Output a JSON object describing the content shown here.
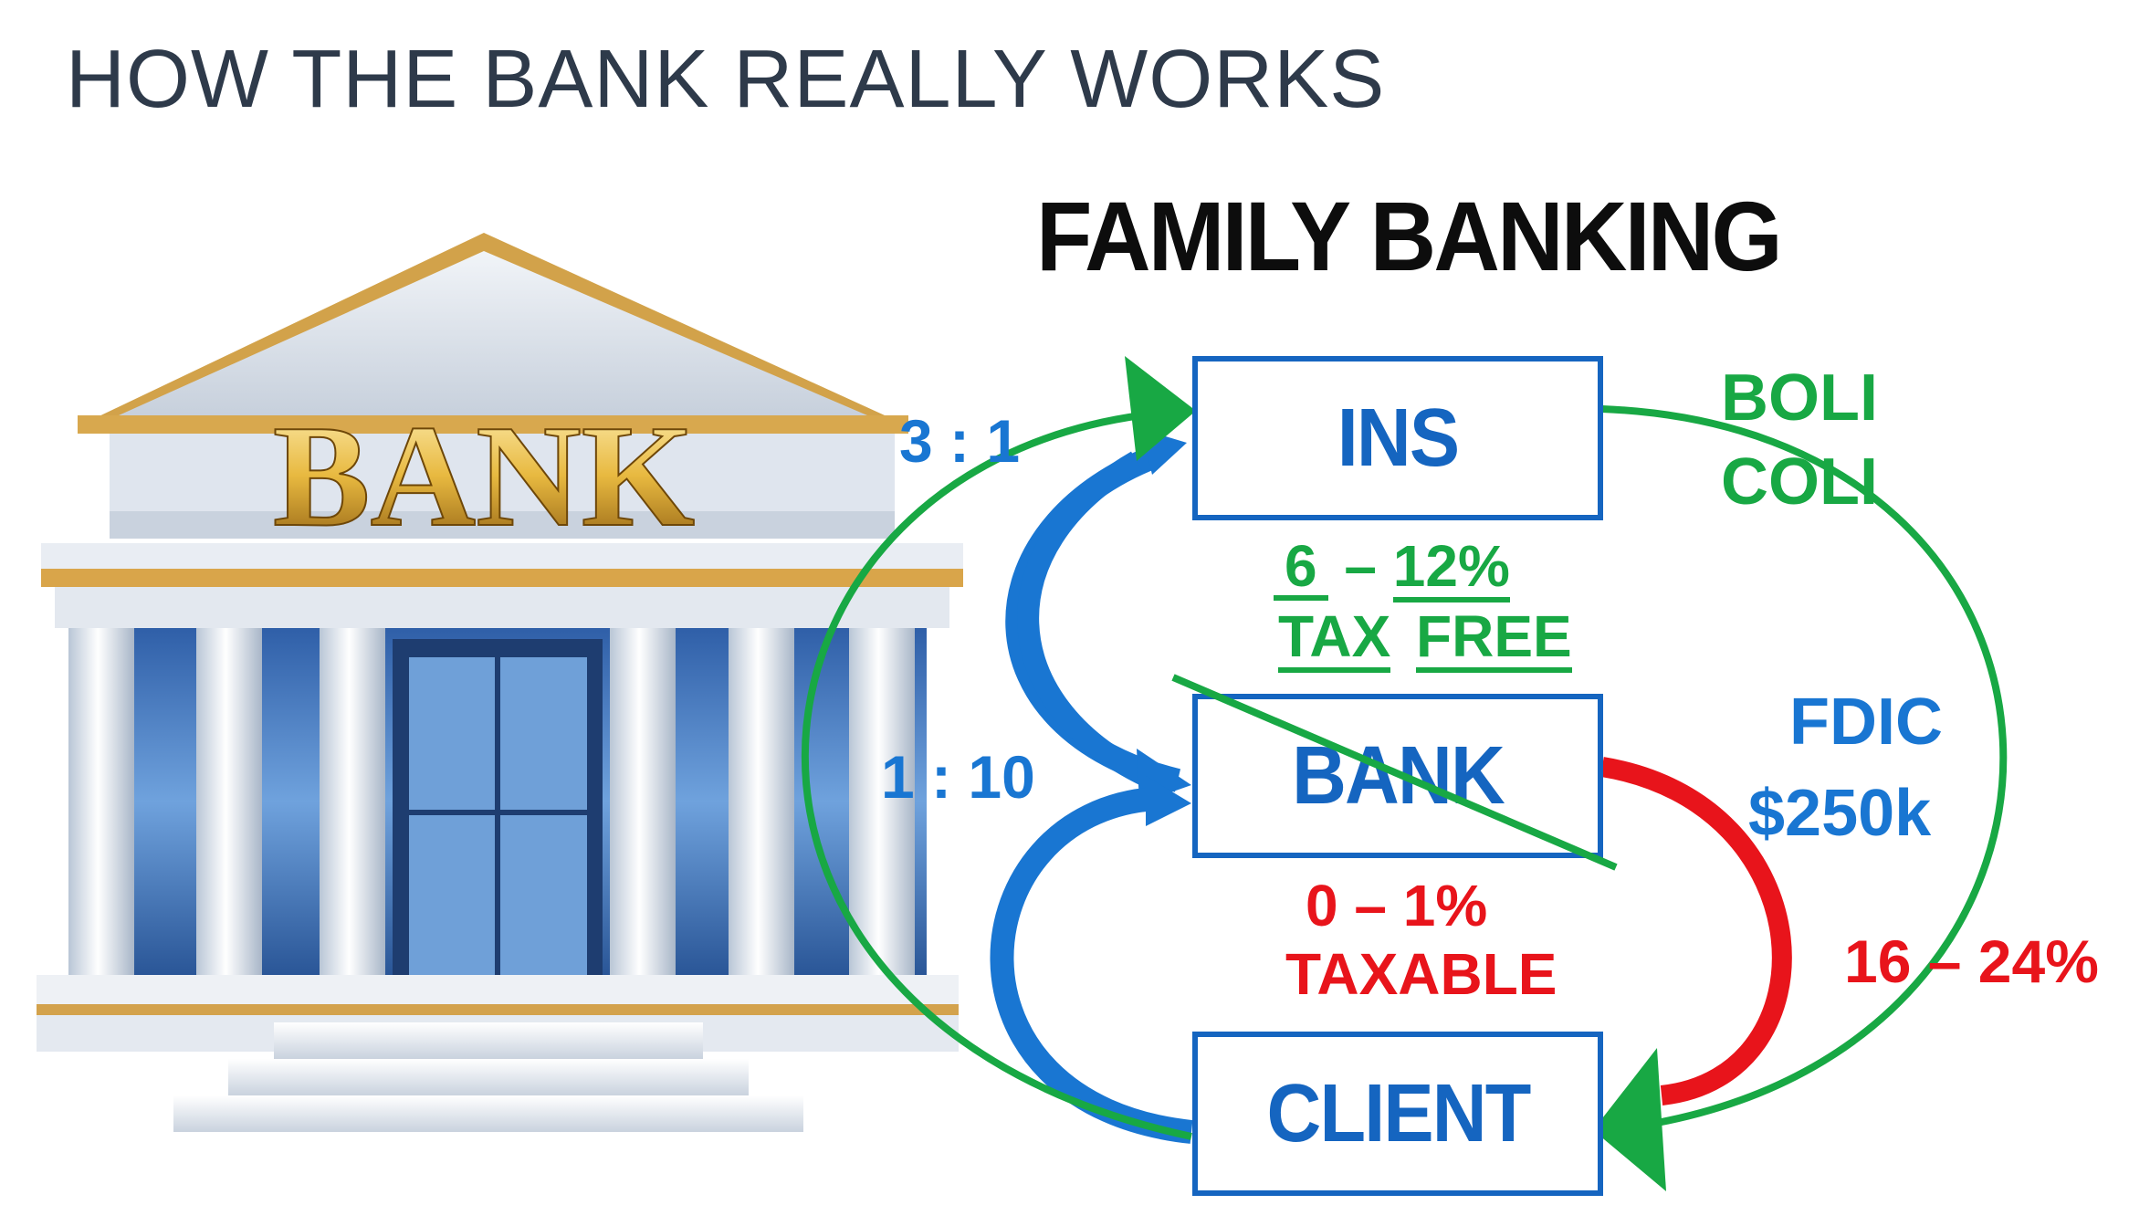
{
  "slide": {
    "title": "HOW THE BANK REALLY WORKS"
  },
  "bank_image": {
    "sign": "BANK"
  },
  "diagram": {
    "title": "FAMILY BANKING",
    "nodes": {
      "ins": "INS",
      "bank": "BANK",
      "client": "CLIENT"
    },
    "labels": {
      "ratio_ins": "3 : 1",
      "ratio_bank": "1 : 10",
      "boli": "BOLI",
      "coli": "COLI",
      "ins_rate_low": "6",
      "ins_rate_dash": "–",
      "ins_rate_high": "12%",
      "tax_word": "TAX",
      "free_word": "FREE",
      "fdic_line1": "FDIC",
      "fdic_line2": "$250k",
      "bank_rate": "0 – 1%",
      "bank_tax": "TAXABLE",
      "loan_rate": "16 – 24%"
    },
    "colors": {
      "blue": "#1976d2",
      "green": "#18a844",
      "red": "#e8141b",
      "box_border": "#1565c0"
    }
  }
}
